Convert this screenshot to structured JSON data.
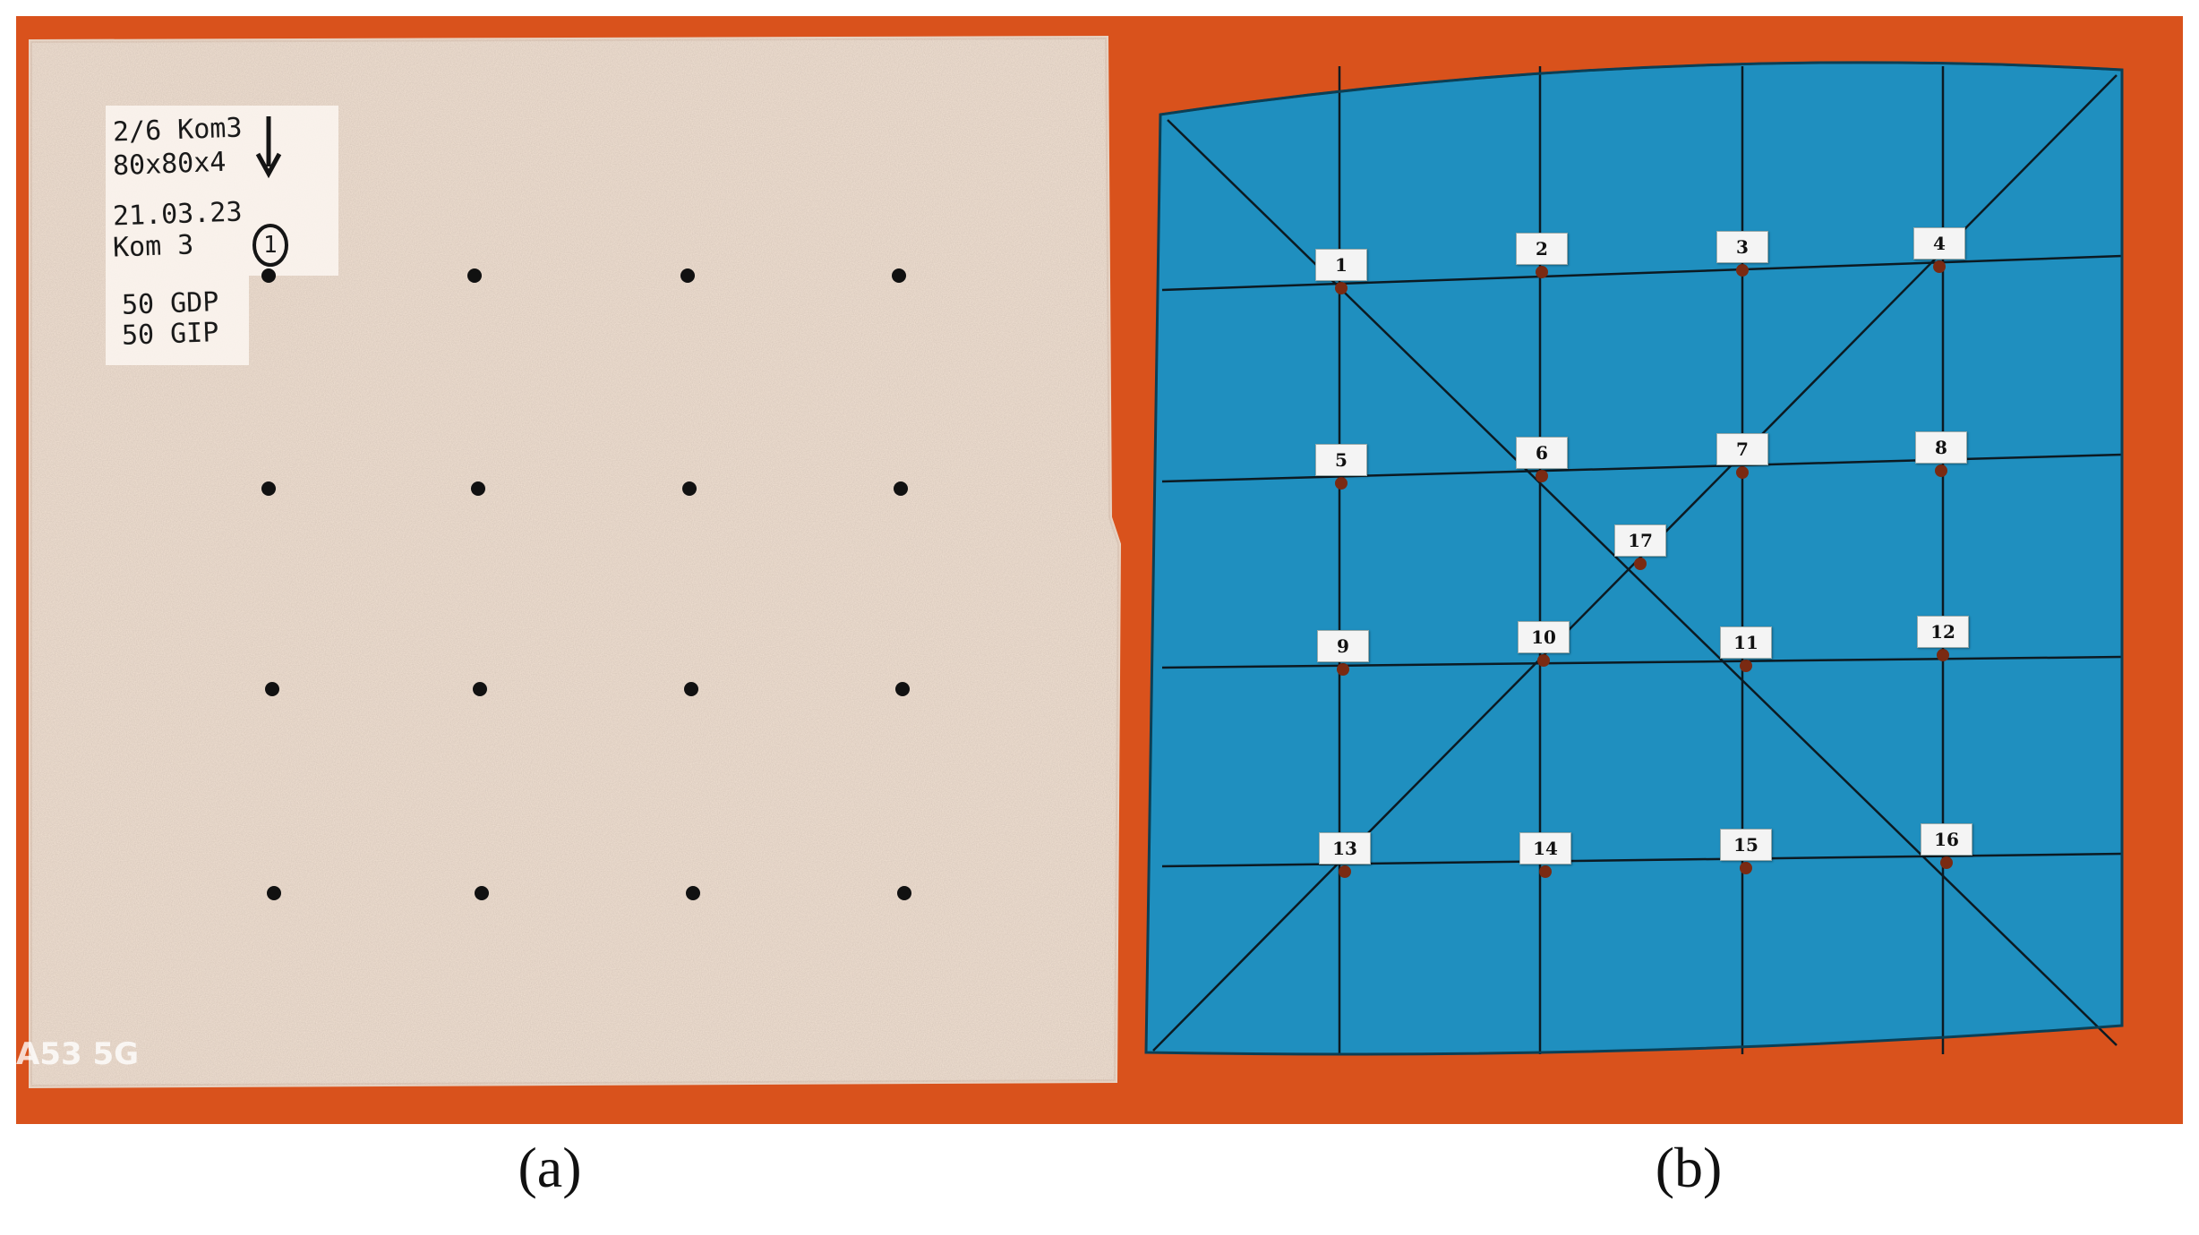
{
  "panel_a": {
    "notes": [
      "2/6 Kom3",
      "80x80x4",
      "21.03.23",
      "Kom 3",
      "50 GDP",
      "50 GIP"
    ],
    "circled_number": "1",
    "arrow": "down-arrow",
    "watermark": "A53 5G"
  },
  "panel_b": {
    "point_labels": [
      "1",
      "2",
      "3",
      "4",
      "5",
      "6",
      "7",
      "8",
      "9",
      "10",
      "11",
      "12",
      "13",
      "14",
      "15",
      "16",
      "17"
    ]
  },
  "captions": {
    "a": "(a)",
    "b": "(b)"
  },
  "colors": {
    "background": "#d9521c",
    "foam_board": "#f2e2d4",
    "membrane": "#1f8fbf",
    "grid_line": "#0c1a22"
  }
}
